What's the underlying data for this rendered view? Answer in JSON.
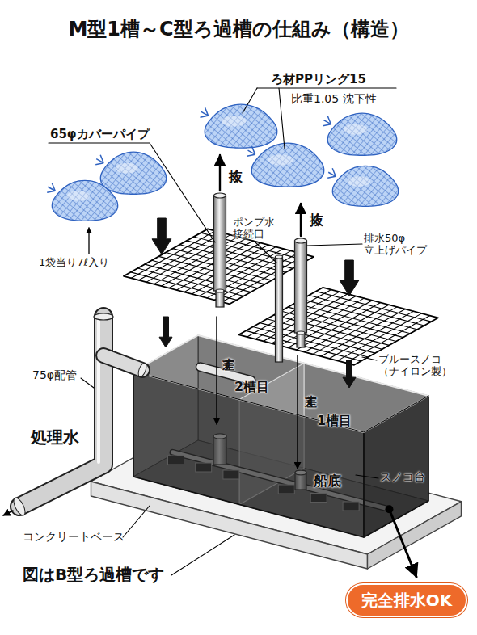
{
  "diagram": {
    "title": "M型1槽～C型ろ過槽の仕組み（構造）",
    "nodes": [
      {
        "text": [
          "完全排水OK"
        ]
      }
    ],
    "labels": [
      "ろ材PPリング15",
      "比重1.05 沈下性",
      "65φカバーパイプ",
      "抜く",
      "抜く",
      "ポンプ水 接続口",
      "排水50φ 立上げパイプ",
      "1袋当り7ℓ入り",
      "ブルースノコ （ナイロン製）",
      "75φ配管",
      "差す",
      "2槽目",
      "差す",
      "1槽目",
      "処理水",
      "船底",
      "スノコ台",
      "コンクリートベース",
      "図はB型ろ過槽です"
    ]
  }
}
